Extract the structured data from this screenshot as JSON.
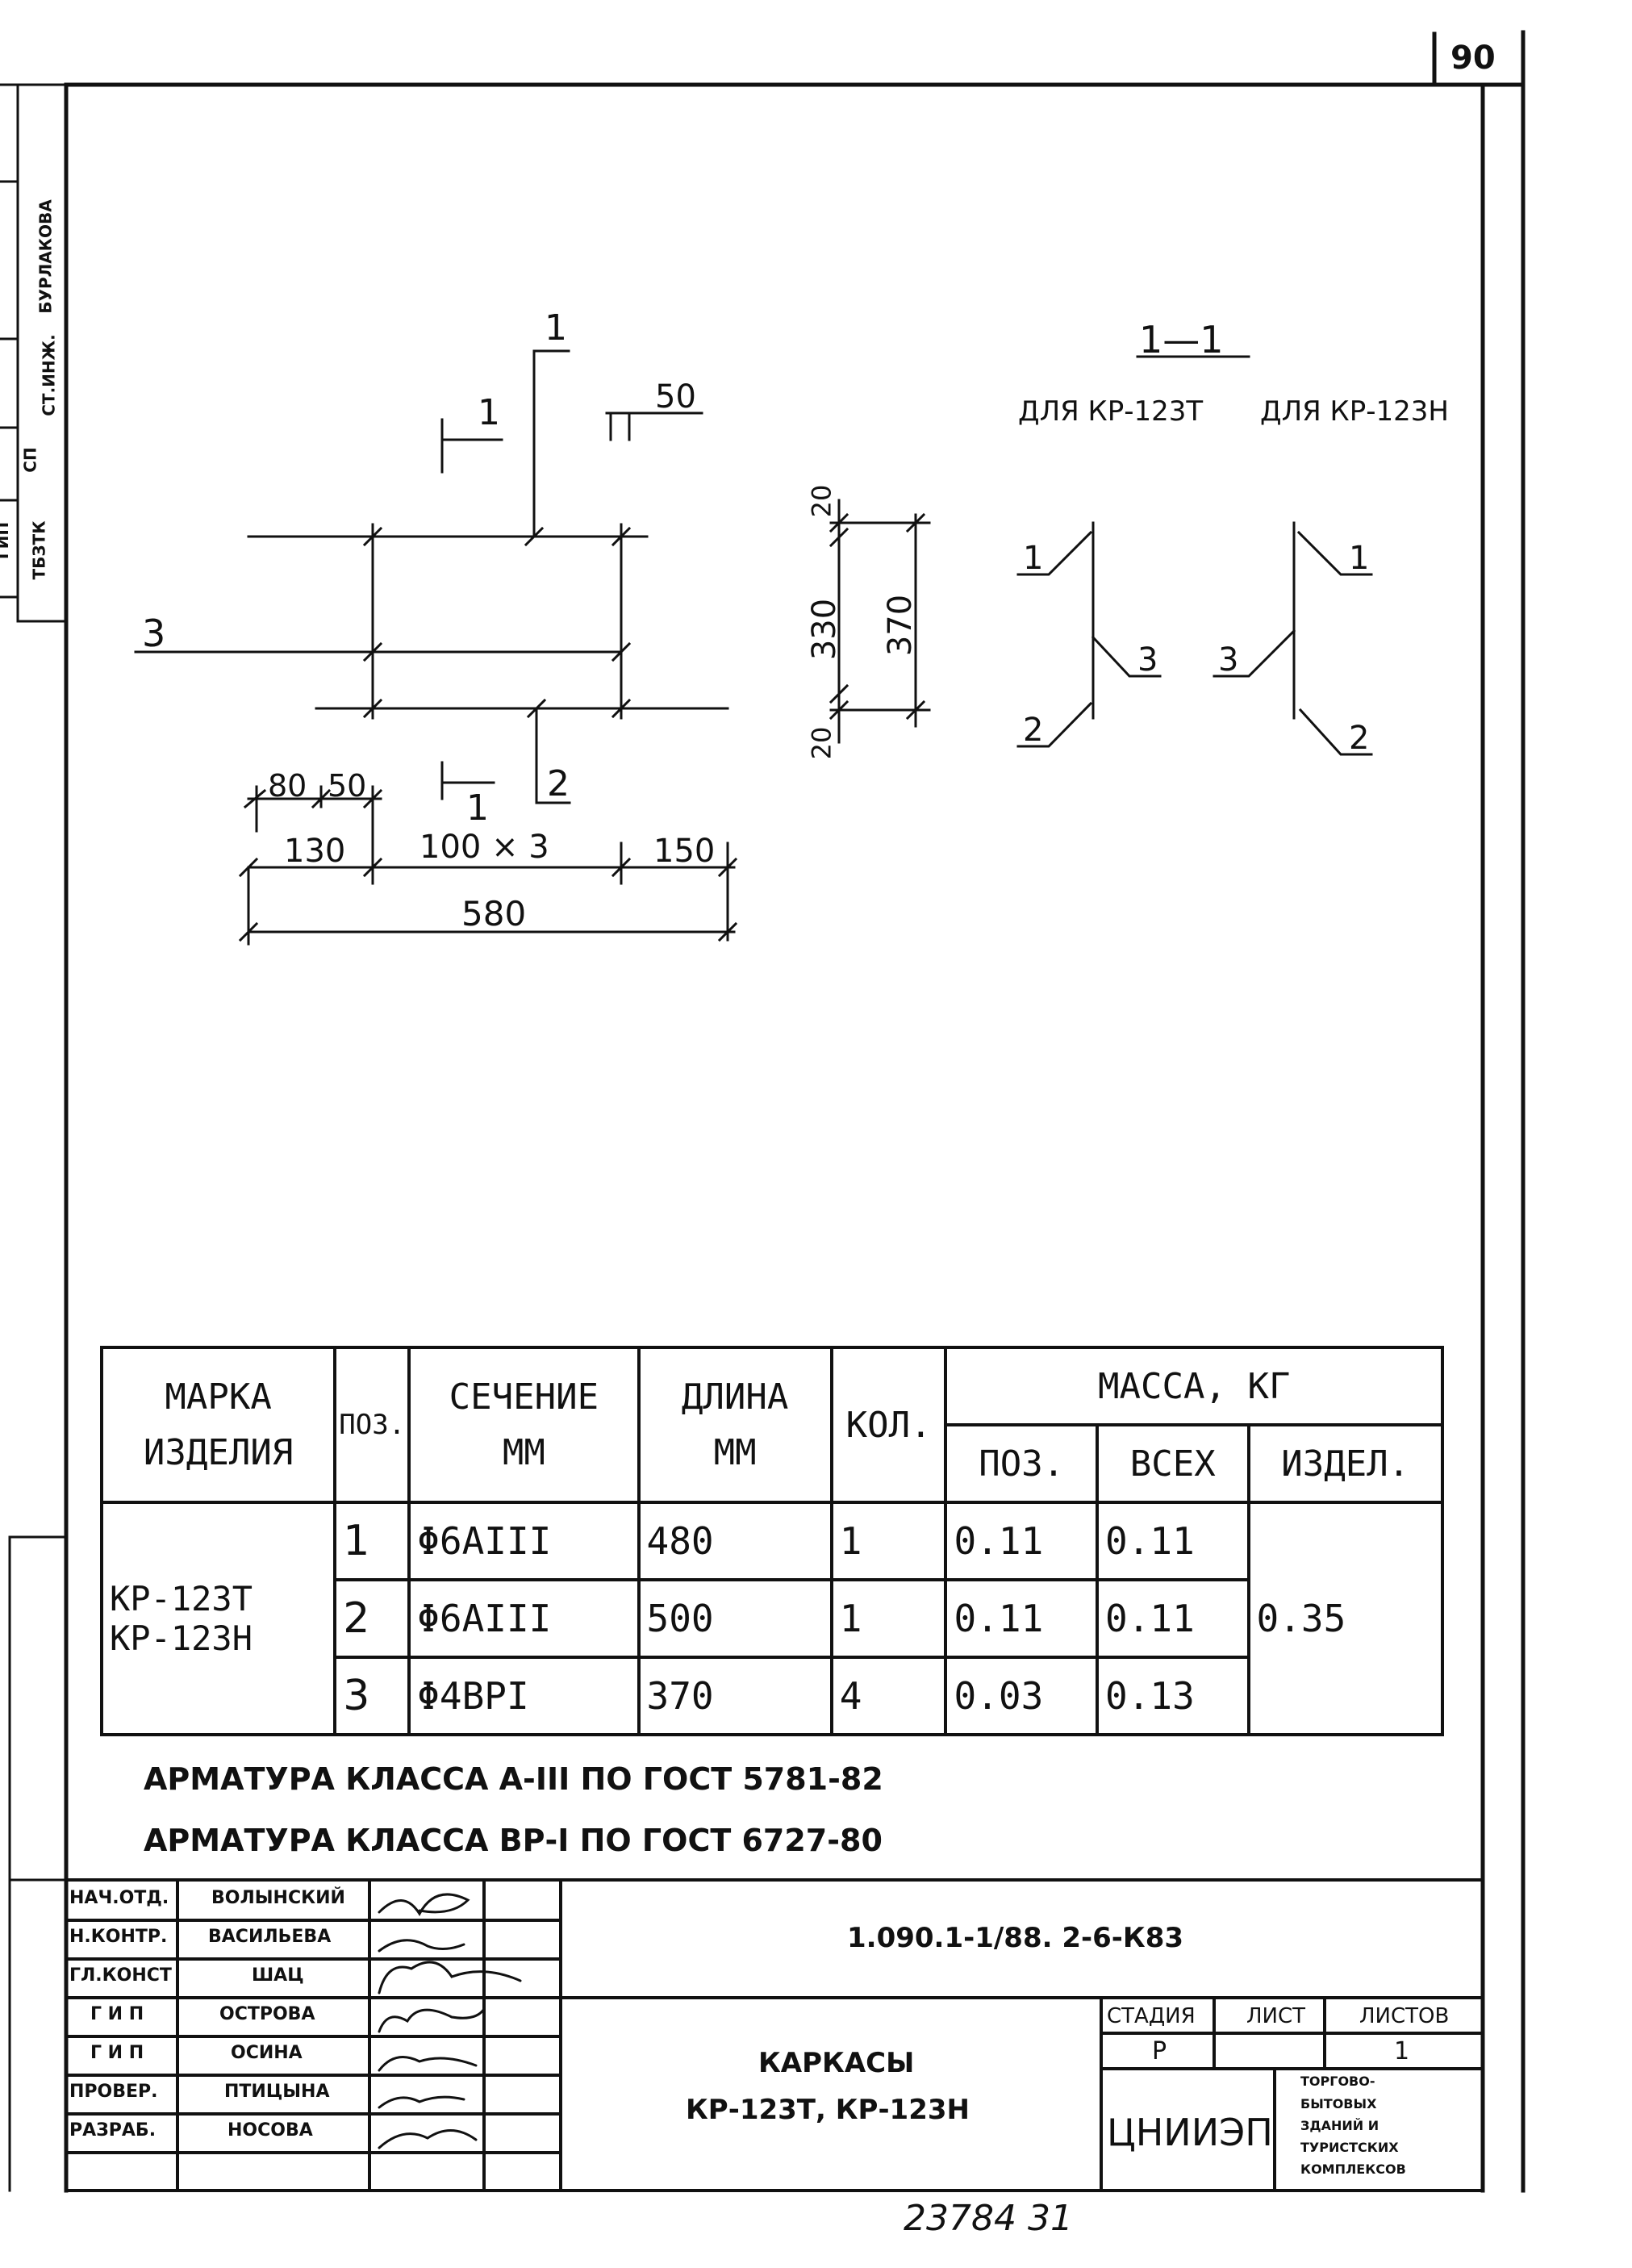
{
  "sheet_number": "90",
  "side_stamp": {
    "labels": [
      "ГИП",
      "СП",
      "СТ.ИНЖ.",
      "ТБЗТК",
      "БУРЛАКОВА"
    ],
    "colors": {
      "ink": "#111111"
    }
  },
  "drawing": {
    "plan": {
      "section_mark_top": "1",
      "section_mark_bottom": "1",
      "dim_50_top": "50",
      "pos1": "1",
      "pos2": "2",
      "pos3": "3",
      "dim_80": "80",
      "dim_50": "50",
      "dim_130": "130",
      "dim_100x3": "100 × 3",
      "dim_150": "150",
      "dim_580": "580"
    },
    "section": {
      "title": "1—1",
      "label_t": "ДЛЯ КР-123Т",
      "label_n": "ДЛЯ КР-123Н",
      "dim_20_top": "20",
      "dim_330": "330",
      "dim_370": "370",
      "dim_20_bottom": "20",
      "t_pos1": "1",
      "t_pos2": "2",
      "t_pos3": "3",
      "n_pos1": "1",
      "n_pos2": "2",
      "n_pos3": "3"
    }
  },
  "spec_table": {
    "headers": {
      "mark_line1": "МАРКА",
      "mark_line2": "ИЗДЕЛИЯ",
      "pos": "ПОЗ.",
      "section_line1": "СЕЧЕНИЕ",
      "section_line2": "ММ",
      "length_line1": "ДЛИНА",
      "length_line2": "ММ",
      "qty": "КОЛ.",
      "mass": "МАССА, КГ",
      "mass_pos": "ПОЗ.",
      "mass_all": "ВСЕХ",
      "mass_item": "ИЗДЕЛ."
    },
    "mark_line1": "КР-123Т",
    "mark_line2": "КР-123Н",
    "item_mass": "0.35",
    "rows": [
      {
        "pos": "1",
        "section": "Φ6AIII",
        "length": "480",
        "qty": "1",
        "mass_pos": "0.11",
        "mass_all": "0.11"
      },
      {
        "pos": "2",
        "section": "Φ6AIII",
        "length": "500",
        "qty": "1",
        "mass_pos": "0.11",
        "mass_all": "0.11"
      },
      {
        "pos": "3",
        "section": "Φ4BPI",
        "length": "370",
        "qty": "4",
        "mass_pos": "0.03",
        "mass_all": "0.13"
      }
    ]
  },
  "notes": [
    "АРМАТУРА КЛАССА А-III  ПО ГОСТ 5781-82",
    "АРМАТУРА КЛАССА ВР-I  ПО ГОСТ 6727-80"
  ],
  "title_block": {
    "signatures": [
      {
        "role": "НАЧ.ОТД.",
        "name": "ВОЛЫНСКИЙ"
      },
      {
        "role": "Н.КОНТР.",
        "name": "ВАСИЛЬЕВА"
      },
      {
        "role": "ГЛ.КОНСТ",
        "name": "ШАЦ"
      },
      {
        "role": "Г И П",
        "name": "ОСТРОВА"
      },
      {
        "role": "Г И П",
        "name": "ОСИНА"
      },
      {
        "role": "ПРОВЕР.",
        "name": "ПТИЦЫНА"
      },
      {
        "role": "РАЗРАБ.",
        "name": "НОСОВА"
      }
    ],
    "document_code": "1.090.1-1/88. 2-6-К83",
    "title_line1": "КАРКАСЫ",
    "title_line2": "КР-123Т, КР-123Н",
    "stage_label": "СТАДИЯ",
    "sheet_label": "ЛИСТ",
    "sheets_label": "ЛИСТОВ",
    "stage_value": "Р",
    "sheet_value": "",
    "sheets_value": "1",
    "org_name": "ЦНИИЭП",
    "org_subtitle": [
      "ТОРГОВО-",
      "БЫТОВЫХ",
      "ЗДАНИЙ И",
      "ТУРИСТСКИХ",
      "КОМПЛЕКСОВ"
    ]
  },
  "inventory_number": "23784  31"
}
